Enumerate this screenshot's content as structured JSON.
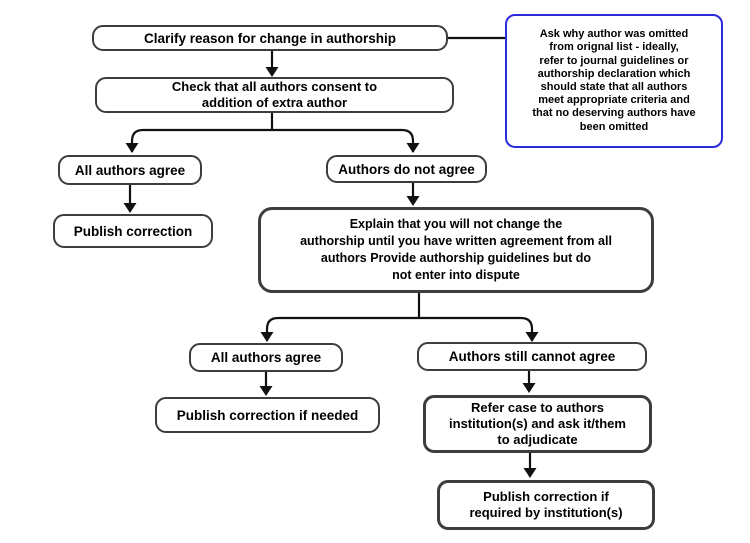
{
  "flowchart": {
    "background": "#ffffff",
    "colors": {
      "node_border": "#3d3d3d",
      "note_border": "#2b2bdd",
      "connector": "#111111",
      "text": "#000000"
    },
    "nodes": {
      "clarify": {
        "label": "Clarify reason for change in authorship"
      },
      "note": {
        "label": "Ask why author was omitted\nfrom orignal list - ideally,\nrefer to journal guidelines or\nauthorship declaration which\nshould state that all authors\nmeet appropriate criteria and\nthat no deserving authors have\nbeen omitted"
      },
      "check_consent": {
        "label": "Check that all authors consent to\naddition of extra author"
      },
      "all_agree_1": {
        "label": "All authors agree"
      },
      "do_not_agree": {
        "label": "Authors do not agree"
      },
      "publish_correction": {
        "label": "Publish correction"
      },
      "explain": {
        "label": "Explain that you will not change the\nauthorship until you have written agreement from all\nauthors Provide authorship guidelines but do\nnot enter into dispute"
      },
      "all_agree_2": {
        "label": "All authors agree"
      },
      "still_cannot_agree": {
        "label": "Authors still cannot agree"
      },
      "publish_if_needed": {
        "label": "Publish correction if needed"
      },
      "refer_case": {
        "label": "Refer case to authors\ninstitution(s) and ask it/them\nto adjudicate"
      },
      "publish_if_required": {
        "label": "Publish correction if\nrequired by institution(s)"
      }
    }
  }
}
